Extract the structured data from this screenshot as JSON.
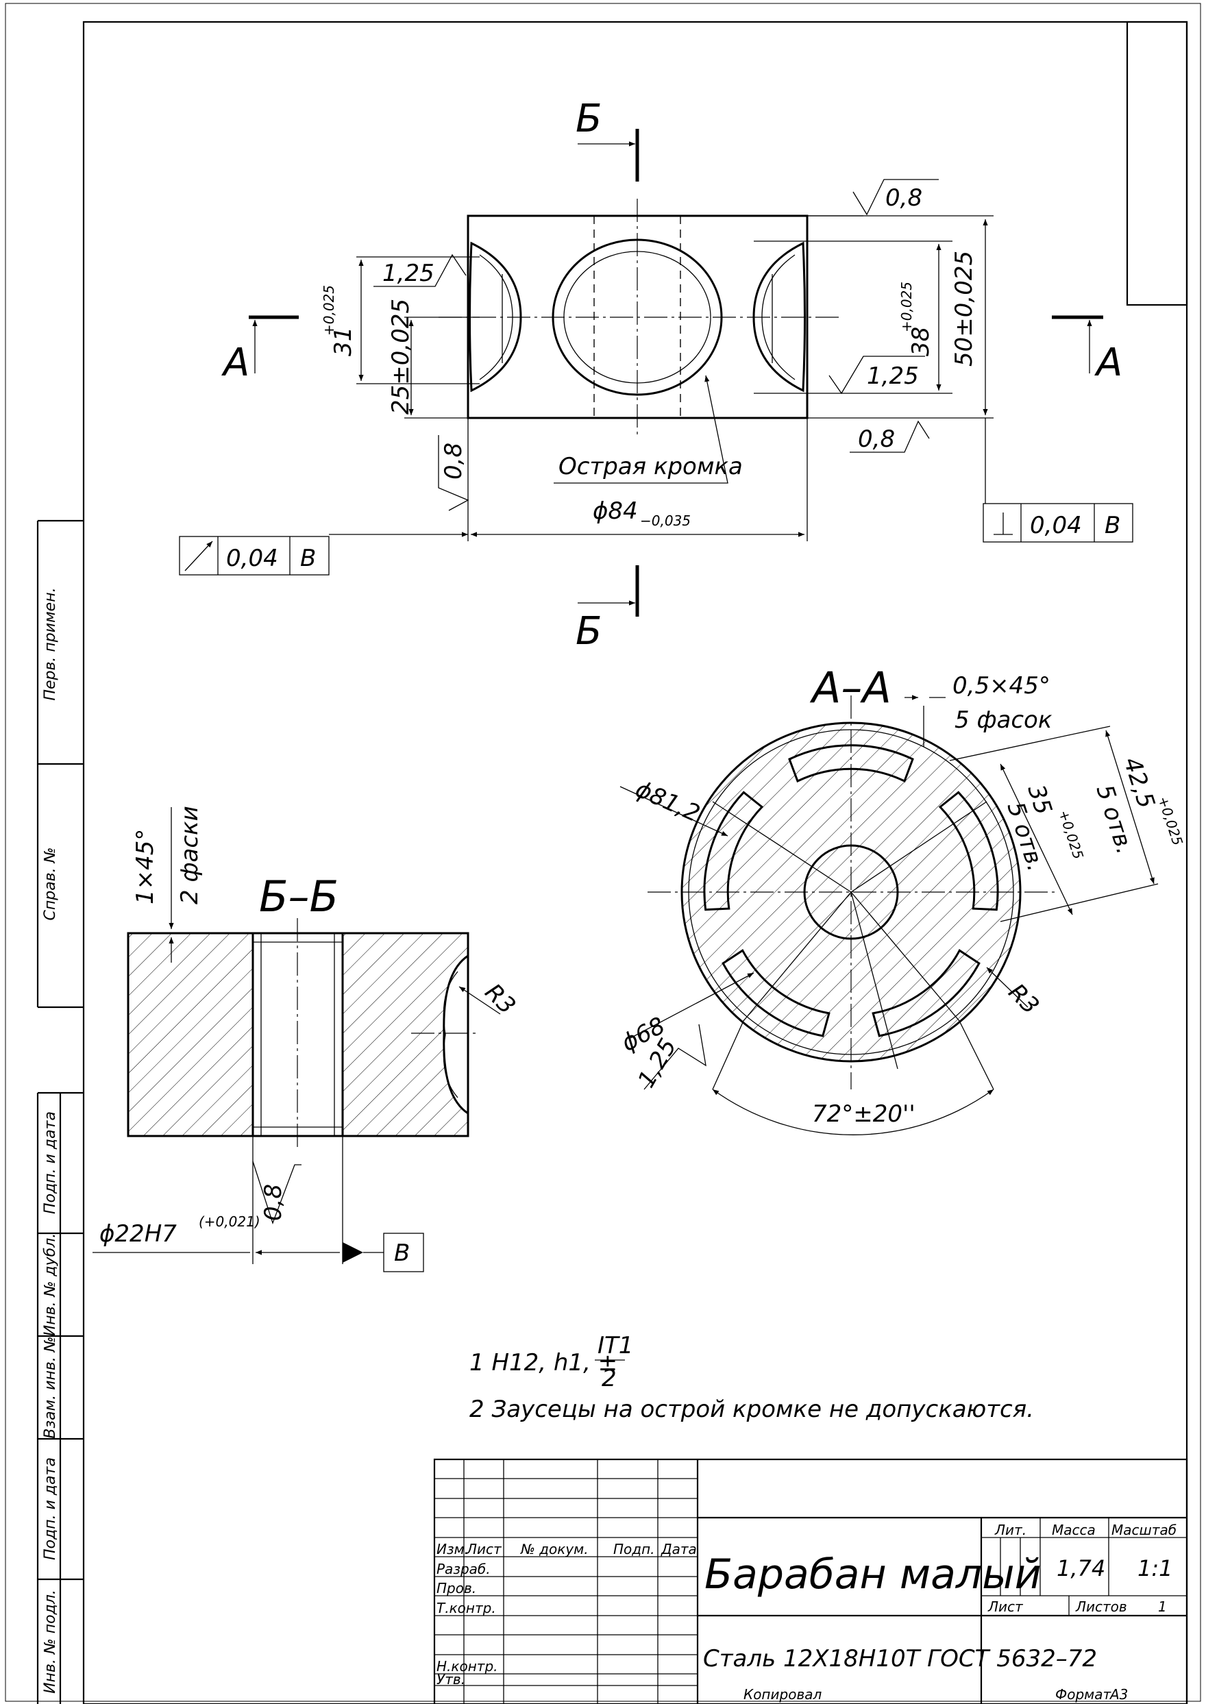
{
  "drawing": {
    "section_b_top": "Б",
    "section_b_bottom": "Б",
    "section_a_left": "А",
    "section_a_right": "А",
    "view_aa_title": "А–А",
    "view_bb_title": "Б–Б",
    "notes": {
      "note1_prefix": "1 H12, h1, ±",
      "note1_num": "IT1",
      "note1_den": "2",
      "note2": "2 Заусецы на острой кромке не допускаются."
    },
    "dims": {
      "rough_top": "0,8",
      "rough_125_left": "1,25",
      "rough_125_right": "1,25",
      "rough_08_right": "0,8",
      "rough_08_left": "0,8",
      "dim_31": "31",
      "dim_31_tol": "+0,025",
      "dim_25": "25±0,025",
      "dim_38": "38",
      "dim_38_tol": "+0,025",
      "dim_50": "50±0,025",
      "dim_84": "ϕ84",
      "dim_84_tol": "−0,035",
      "sharp_edge": "Острая кромка",
      "chamfer_05": "0,5×45°",
      "chamfer_5": "5 фасок",
      "dim_812": "ϕ81,2",
      "dim_42": "42,5",
      "dim_42_tol": "+0,025",
      "dim_42_holes": "5 отв.",
      "dim_35": "35",
      "dim_35_tol": "+0,025",
      "dim_35_holes": "5 отв.",
      "dim_68": "ϕ68",
      "rough_125_aa": "1,25",
      "r3_aa": "R3",
      "angle_72": "72°±20''",
      "chamfer_1x45": "1×45°",
      "chamfer_2": "2 фаски",
      "r3_bb": "R3",
      "rough_08_bb": "0,8",
      "dim_22": "ϕ22H7",
      "dim_22_tol": "(+0,021)",
      "datum": "В"
    },
    "tolerance_runout": {
      "value": "0,04",
      "datum": "В"
    },
    "tolerance_perp": {
      "value": "0,04",
      "datum": "В"
    }
  },
  "side_stamp": {
    "perv_primen": "Перв. примен.",
    "sprav": "Справ. №",
    "podp_data_1": "Подп. и дата",
    "inv_dubl": "Инв. № дубл.",
    "vzam_inv": "Взам. инв. №",
    "podp_data_2": "Подп. и дата",
    "inv_podl": "Инв. № подл."
  },
  "title_block": {
    "col_izm": "Изм.",
    "col_list": "Лист",
    "col_docum": "№ докум.",
    "col_podp": "Подп.",
    "col_data": "Дата",
    "razrab": "Разраб.",
    "prov": "Пров.",
    "tkontr": "Т.контр.",
    "nkontr": "Н.контр.",
    "utv": "Утв.",
    "name": "Барабан малый",
    "material": "Сталь 12Х18Н10Т ГОСТ 5632–72",
    "lit_label": "Лит.",
    "mass_label": "Масса",
    "scale_label": "Масштаб",
    "mass": "1,74",
    "scale": "1:1",
    "sheet_label": "Лист",
    "sheets_label": "Листов",
    "sheets": "1",
    "copied": "Копировал",
    "format_label": "Формат",
    "format": "А3"
  }
}
